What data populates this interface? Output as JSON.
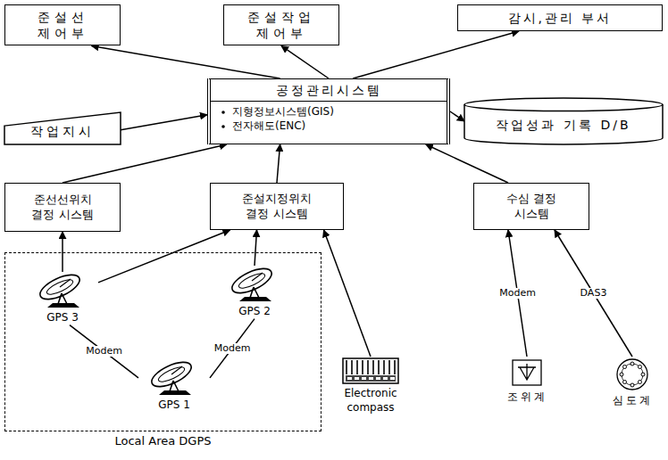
{
  "diagram": {
    "nodes": [
      {
        "text": [
          "준설선 제어부"
        ]
      },
      {
        "text": [
          "준설작업 제어부"
        ]
      },
      {
        "text": [
          "감시,관리 부서"
        ]
      },
      {
        "text": [
          "작업지시"
        ]
      },
      {
        "text": [
          "공정관리시스템",
          "지형정보시스템(GIS)",
          "전자해도(ENC)"
        ]
      },
      {
        "text": [
          "작업성과 기록 D/B"
        ]
      },
      {
        "text": [
          "준선선위치 결정 시스템"
        ]
      },
      {
        "text": [
          "준설지정위치 결정 시스템"
        ]
      },
      {
        "text": [
          "수심 결정 시스템"
        ]
      },
      {
        "text": [
          "Local Area DGPS"
        ]
      },
      {
        "text": [
          "GPS 3"
        ],
        "in": 9
      },
      {
        "text": [
          "GPS 2"
        ],
        "in": 9
      },
      {
        "text": [
          "GPS 1"
        ],
        "in": 9
      },
      {
        "text": [
          "Electronic compass"
        ]
      },
      {
        "text": [
          "조위계"
        ]
      },
      {
        "text": [
          "심도계"
        ]
      }
    ],
    "edges": [
      {
        "from": 4,
        "to": 0,
        "arrow": "to"
      },
      {
        "from": 4,
        "to": 1,
        "arrow": "to"
      },
      {
        "from": 4,
        "to": 2,
        "arrow": "to"
      },
      {
        "from": 3,
        "to": 4,
        "arrow": "to"
      },
      {
        "from": 4,
        "to": 5,
        "arrow": "to"
      },
      {
        "from": 6,
        "to": 4,
        "arrow": "to"
      },
      {
        "from": 7,
        "to": 4,
        "arrow": "to"
      },
      {
        "from": 8,
        "to": 4,
        "arrow": "to"
      },
      {
        "from": 10,
        "to": 6,
        "arrow": "to"
      },
      {
        "from": 10,
        "to": 7,
        "arrow": "to"
      },
      {
        "from": 11,
        "to": 7,
        "arrow": "to"
      },
      {
        "from": 12,
        "to": 10,
        "label": "Modem",
        "arrow": "none"
      },
      {
        "from": 12,
        "to": 11,
        "label": "Modem",
        "arrow": "none"
      },
      {
        "from": 13,
        "to": 7,
        "arrow": "to"
      },
      {
        "from": 14,
        "to": 8,
        "label": "Modem",
        "arrow": "to"
      },
      {
        "from": 15,
        "to": 8,
        "label": "DAS3",
        "arrow": "to"
      }
    ]
  }
}
